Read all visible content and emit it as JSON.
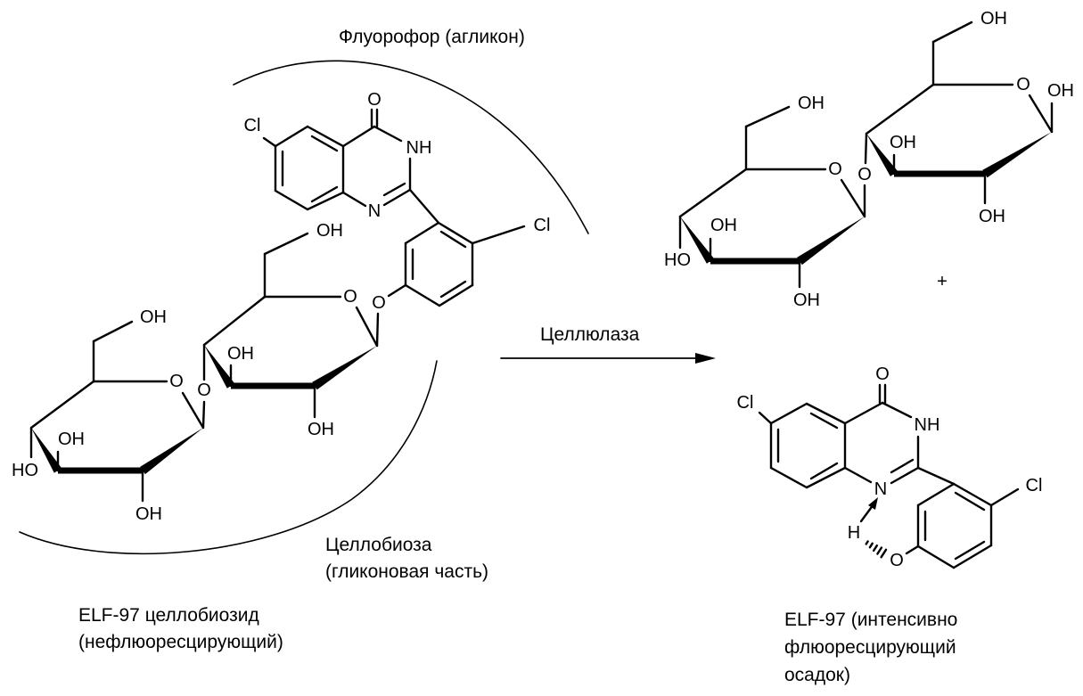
{
  "labels": {
    "fluorophore": "Флуорофор (агликон)",
    "enzyme": "Целлюлаза",
    "glycone_line1": "Целлобиоза",
    "glycone_line2": "(гликоновая часть)",
    "substrate_line1": "ELF-97 целлобиозид",
    "substrate_line2": "(нефлюоресцирующий)",
    "product_line1": "ELF-97 (интенсивно",
    "product_line2": "флюоресцирующий",
    "product_line3": "осадок)"
  },
  "atom_labels": {
    "oh": "OH",
    "ho": "HO",
    "o": "O",
    "cl": "Cl",
    "nh": "NH",
    "n": "N",
    "h": "H",
    "plus": "+"
  },
  "colors": {
    "ink": "#000000",
    "background": "#ffffff"
  }
}
